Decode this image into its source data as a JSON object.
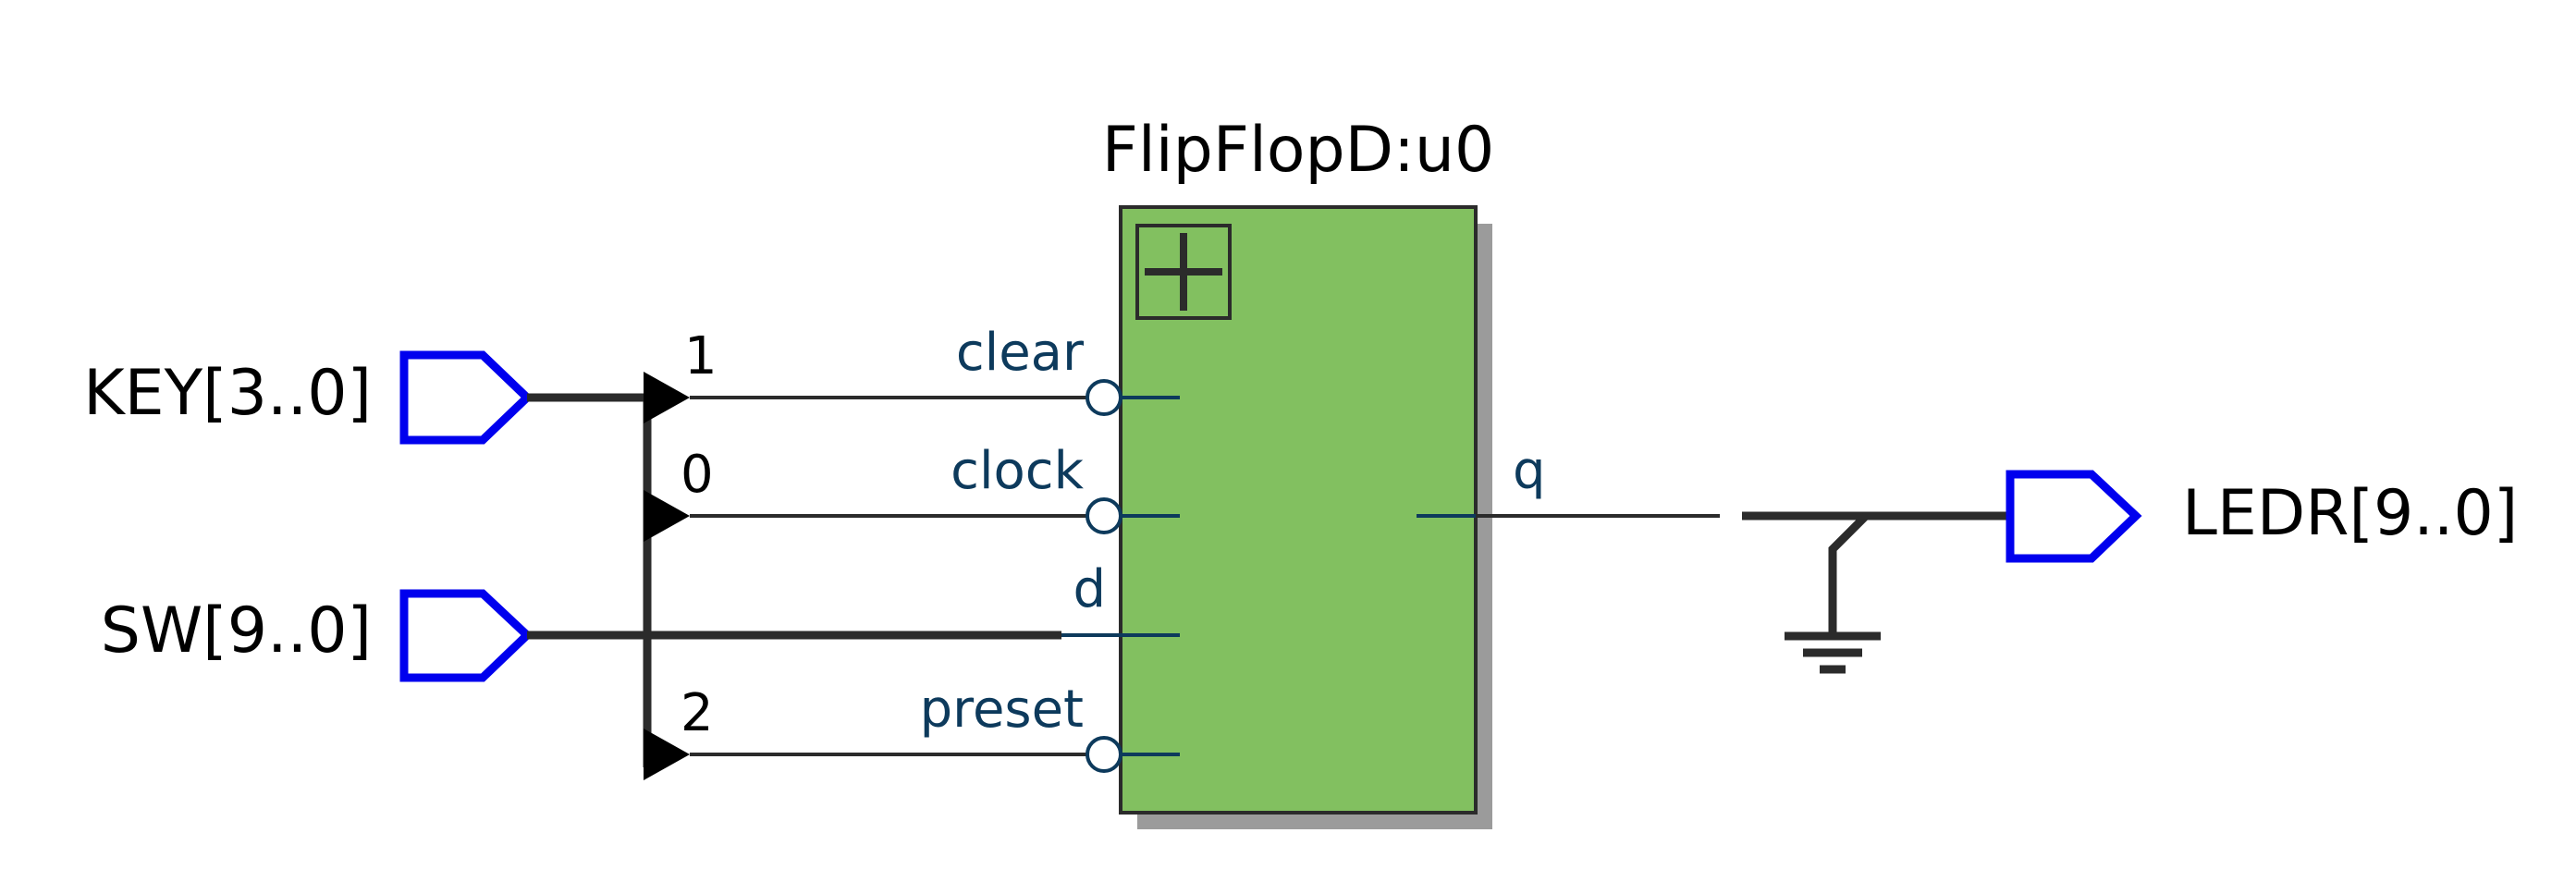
{
  "inputs": {
    "key": {
      "label": "KEY[3..0]"
    },
    "sw": {
      "label": "SW[9..0]"
    }
  },
  "outputs": {
    "ledr": {
      "label": "LEDR[9..0]"
    }
  },
  "block": {
    "title": "FlipFlopD:u0",
    "ports": {
      "clear": "clear",
      "clock": "clock",
      "d": "d",
      "preset": "preset",
      "q": "q"
    }
  },
  "bit_taps": {
    "clear": "1",
    "clock": "0",
    "preset": "2"
  },
  "colors": {
    "block_fill": "#82c060",
    "block_shadow": "#9b9b9b",
    "pin_outline": "#0000ee",
    "wire": "#2b2b2b",
    "port_text": "#0d3a5c"
  },
  "icons": {
    "expand": "plus-icon",
    "ground": "ground-icon"
  }
}
